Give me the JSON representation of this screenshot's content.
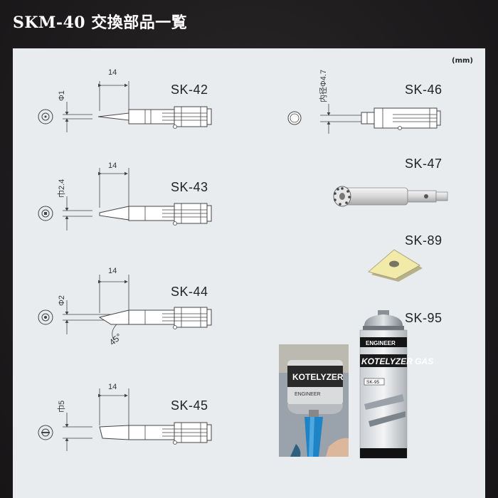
{
  "page": {
    "title": "SKM-40 交換部品一覧",
    "unit": "(mm)"
  },
  "tips": [
    {
      "code": "SK-42",
      "dim_label": "Φ1",
      "length_label": "14"
    },
    {
      "code": "SK-43",
      "dim_label": "巾2.4",
      "length_label": "14"
    },
    {
      "code": "SK-44",
      "dim_label": "Φ2",
      "length_label": "14",
      "angle_label": "45°"
    },
    {
      "code": "SK-45",
      "dim_label": "巾5",
      "length_label": "14"
    }
  ],
  "parts": [
    {
      "code": "SK-46",
      "dim_label": "内径Φ4.7"
    },
    {
      "code": "SK-47"
    },
    {
      "code": "SK-89"
    },
    {
      "code": "SK-95"
    }
  ],
  "can": {
    "brand": "ENGINEER",
    "product": "KOTELYZER GAS",
    "model": "SK-95"
  },
  "photo": {
    "text": "KOTELYZER",
    "brand": "ENGINEER"
  },
  "colors": {
    "panel": "#e9ecef",
    "gasket": "#f2eaa8",
    "nozzle": "#1e84c6"
  }
}
